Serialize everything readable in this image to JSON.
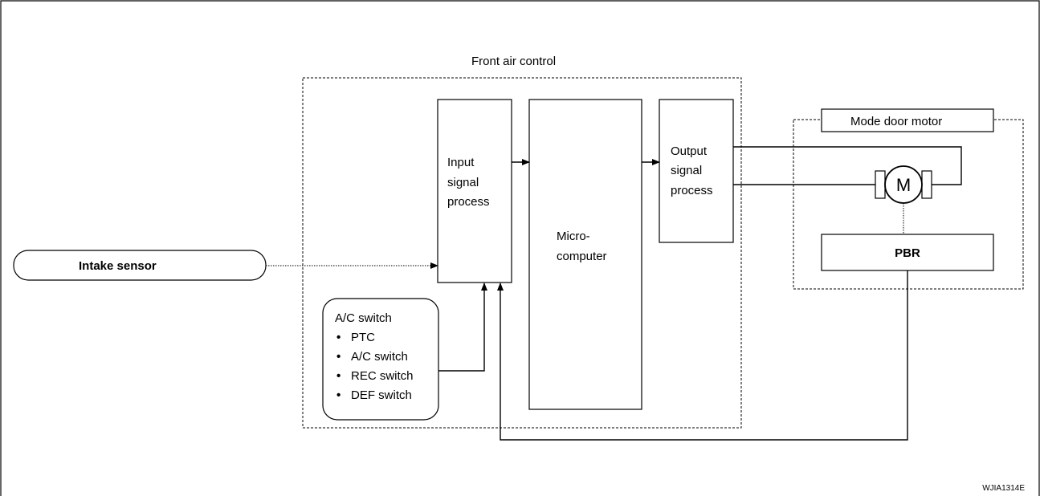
{
  "front_air_control": {
    "title": "Front air control",
    "input_signal_process": [
      "Input",
      "signal",
      "process"
    ],
    "microcomputer": [
      "Micro-",
      "computer"
    ],
    "output_signal_process": [
      "Output",
      "signal",
      "process"
    ]
  },
  "intake_sensor": {
    "label": "Intake sensor"
  },
  "ac_switch_group": {
    "title": "A/C switch",
    "items": [
      "PTC",
      "A/C switch",
      "REC switch",
      "DEF switch"
    ],
    "bullet": "•"
  },
  "mode_door_motor": {
    "title": "Mode door motor",
    "motor_symbol": "M",
    "pbr": "PBR"
  },
  "figure_id": "WJIA1314E"
}
